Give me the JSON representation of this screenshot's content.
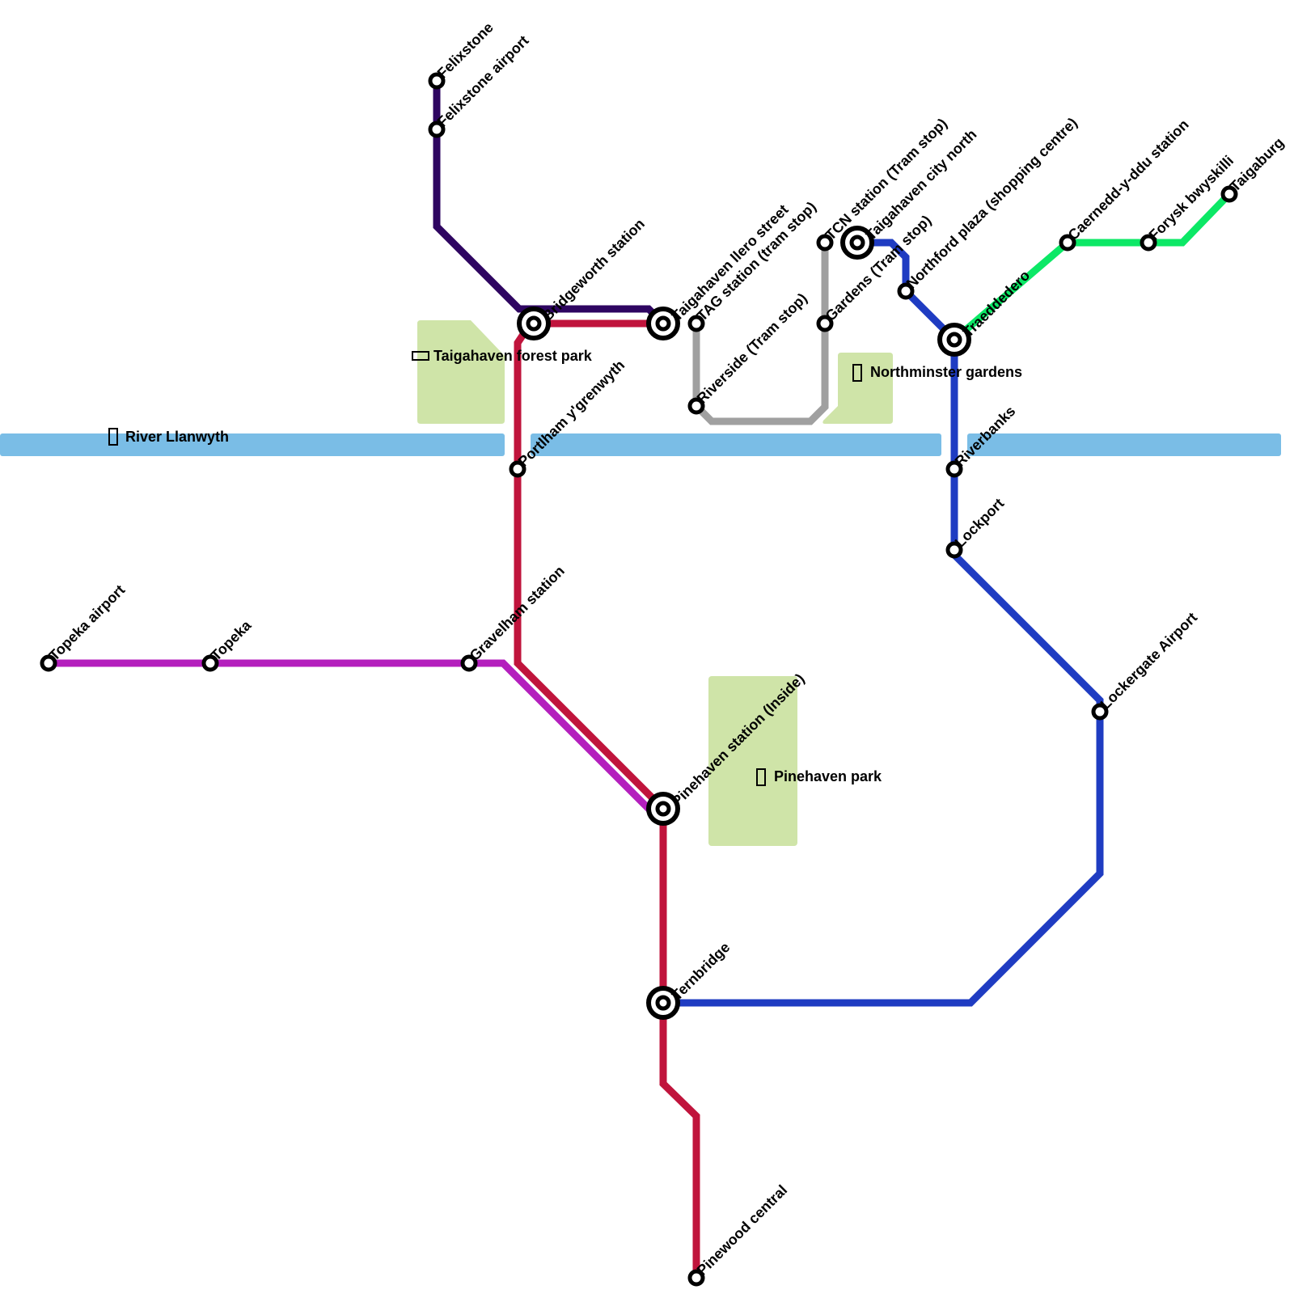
{
  "map_title": "Transit map",
  "colors": {
    "water": "#7abde6",
    "park": "#cfe4a8",
    "station_stroke": "#000000",
    "station_fill": "#ffffff"
  },
  "areas": [
    {
      "id": "river-llanwyth",
      "type": "river",
      "label": "River Llanwyth",
      "icon": "water-icon"
    },
    {
      "id": "taigahaven-forest-park",
      "type": "park",
      "label": "Taigahaven forest park",
      "icon": "park-icon"
    },
    {
      "id": "northminster-gardens",
      "type": "park",
      "label": "Northminster gardens",
      "icon": "park-icon"
    },
    {
      "id": "pinehaven-park",
      "type": "park",
      "label": "Pinehaven park",
      "icon": "park-icon"
    }
  ],
  "lines": [
    {
      "id": "felixstone-line",
      "color": "#2e0561",
      "stations": [
        "Felixstone",
        "Felixstone airport",
        "Bridgeworth station",
        "Taigahaven llero street"
      ]
    },
    {
      "id": "crimson-line",
      "color": "#c0143c",
      "stations": [
        "Taigahaven llero street",
        "Bridgeworth station",
        "Portlham y'grenwyth",
        "Pinehaven station (Inside)",
        "Ternbridge",
        "Pinewood central"
      ]
    },
    {
      "id": "topeka-line",
      "color": "#b41fbd",
      "stations": [
        "Topeka airport",
        "Topeka",
        "Gravelham station",
        "Pinehaven station (Inside)"
      ]
    },
    {
      "id": "tram-line",
      "color": "#a0a0a0",
      "stations": [
        "TAG station (tram stop)",
        "Riverside (Tram stop)",
        "Gardens (Tram stop)",
        "TCN station (Tram stop)"
      ]
    },
    {
      "id": "blue-line",
      "color": "#1f3cc2",
      "stations": [
        "Taigahaven city north",
        "Northford plaza (shopping centre)",
        "Traeddedero",
        "Riverbanks",
        "Lockport",
        "Lockergate Airport",
        "Ternbridge"
      ]
    },
    {
      "id": "green-line",
      "color": "#0ce866",
      "stations": [
        "Traeddedero",
        "Caernedd-y-ddu station",
        "Forysk bwyskilli",
        "Taigaburg"
      ]
    }
  ],
  "stations": [
    {
      "name": "Felixstone",
      "interchange": false
    },
    {
      "name": "Felixstone airport",
      "interchange": false
    },
    {
      "name": "Bridgeworth station",
      "interchange": true
    },
    {
      "name": "Taigahaven llero street",
      "interchange": true
    },
    {
      "name": "TAG station (tram stop)",
      "interchange": false
    },
    {
      "name": "Riverside (Tram stop)",
      "interchange": false
    },
    {
      "name": "Gardens (Tram stop)",
      "interchange": false
    },
    {
      "name": "TCN station (Tram stop)",
      "interchange": false
    },
    {
      "name": "Taigahaven city north",
      "interchange": true
    },
    {
      "name": "Northford plaza (shopping centre)",
      "interchange": false
    },
    {
      "name": "Traeddedero",
      "interchange": true
    },
    {
      "name": "Caernedd-y-ddu station",
      "interchange": false
    },
    {
      "name": "Forysk bwyskilli",
      "interchange": false
    },
    {
      "name": "Taigaburg",
      "interchange": false
    },
    {
      "name": "Portlham y'grenwyth",
      "interchange": false
    },
    {
      "name": "Riverbanks",
      "interchange": false
    },
    {
      "name": "Lockport",
      "interchange": false
    },
    {
      "name": "Topeka airport",
      "interchange": false
    },
    {
      "name": "Topeka",
      "interchange": false
    },
    {
      "name": "Gravelham station",
      "interchange": false
    },
    {
      "name": "Lockergate Airport",
      "interchange": false
    },
    {
      "name": "Pinehaven station (Inside)",
      "interchange": true
    },
    {
      "name": "Ternbridge",
      "interchange": true
    },
    {
      "name": "Pinewood central",
      "interchange": false
    }
  ]
}
